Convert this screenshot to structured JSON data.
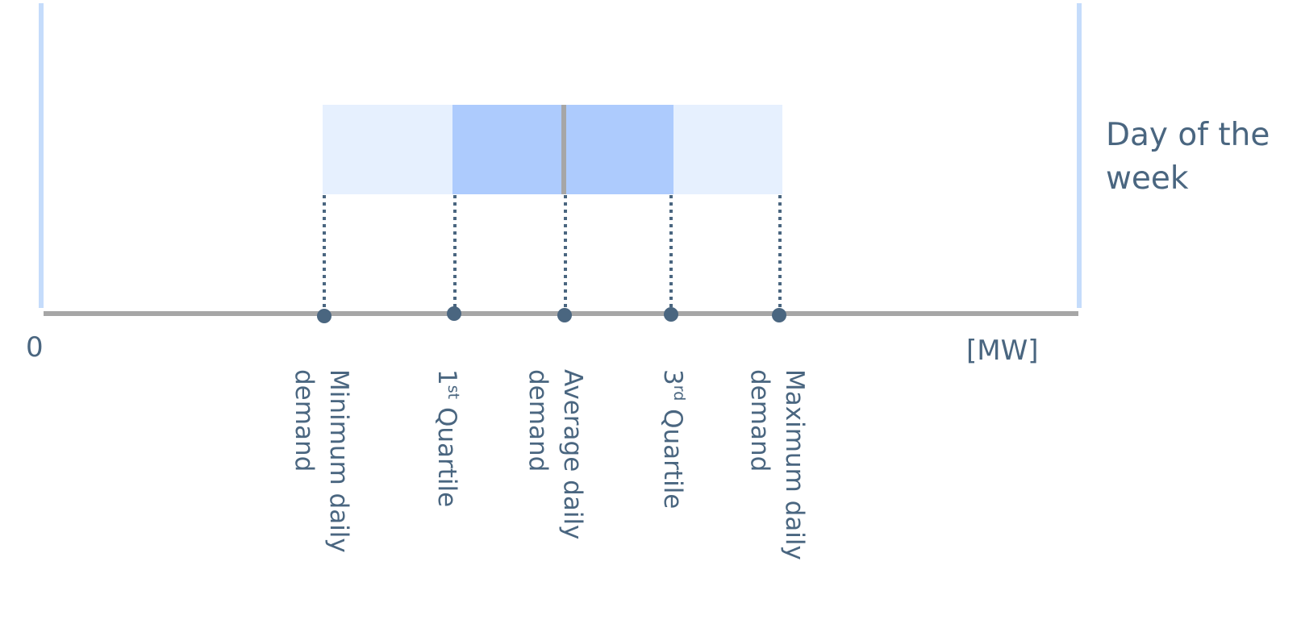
{
  "diagram": {
    "row_label": [
      "Day of the",
      "week"
    ],
    "axis_origin_label": "0",
    "axis_unit_label": "[MW]",
    "colors": {
      "text": "#4a6680",
      "marker": "#4a6680",
      "axis": "#a6a6a6",
      "frame": "#c5dcfb",
      "range_box": "#e6f0fe",
      "quartile_box": "#adcbfd",
      "average_line": "#a6a6a6"
    },
    "markers": [
      {
        "id": "minimum",
        "lines": [
          "Minimum daily",
          "demand"
        ]
      },
      {
        "id": "q1",
        "main": "1",
        "sup": "st",
        "rest": " Quartile"
      },
      {
        "id": "average",
        "lines": [
          "Average daily",
          "demand"
        ]
      },
      {
        "id": "q3",
        "main": "3",
        "sup": "rd",
        "rest": " Quartile"
      },
      {
        "id": "maximum",
        "lines": [
          "Maximum daily",
          "demand"
        ]
      }
    ]
  }
}
